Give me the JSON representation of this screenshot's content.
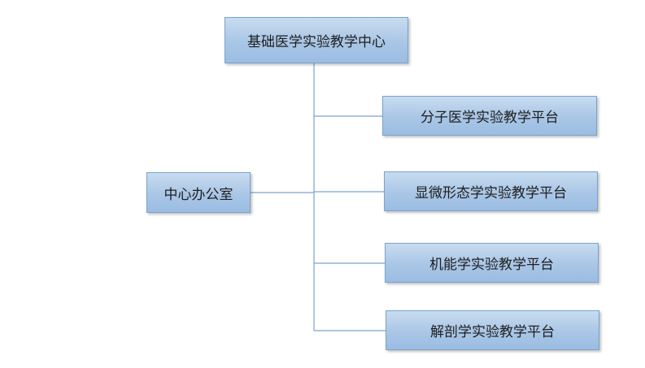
{
  "diagram": {
    "root": {
      "label": "基础医学实验教学中心"
    },
    "office": {
      "label": "中心办公室"
    },
    "platforms": [
      {
        "label": "分子医学实验教学平台"
      },
      {
        "label": "显微形态学实验教学平台"
      },
      {
        "label": "机能学实验教学平台"
      },
      {
        "label": "解剖学实验教学平台"
      }
    ],
    "colors": {
      "box_fill_top": "#c8dcf0",
      "box_fill_bottom": "#9bbde2",
      "box_border": "#7aa3cc",
      "connector": "#7aa3cc",
      "text": "#1e1e1e"
    }
  }
}
